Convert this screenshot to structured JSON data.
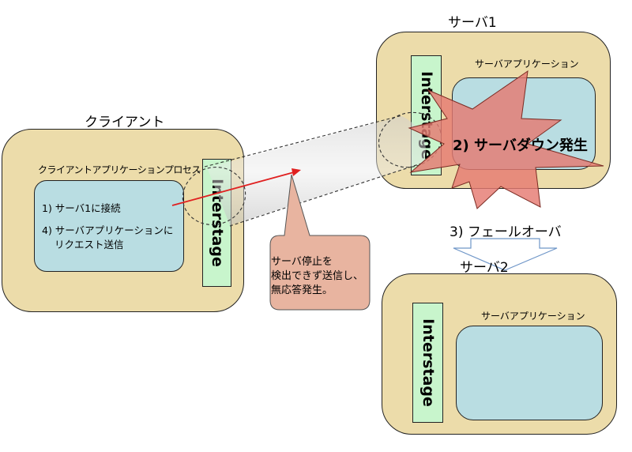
{
  "client": {
    "title": "クライアント",
    "process_label": "クライアントアプリケーションプロセス",
    "step1": "1) サーバ1に接続",
    "step4_line1": "4) サーバアプリケーションに",
    "step4_line2": "リクエスト送信",
    "middleware": "Interstage"
  },
  "server1": {
    "title": "サーバ1",
    "app_label": "サーバアプリケーション",
    "middleware": "Interstage",
    "crash_label": "2) サーバダウン発生"
  },
  "failover": {
    "label": "3) フェールオーバ"
  },
  "server2": {
    "title": "サーバ2",
    "app_label": "サーバアプリケーション",
    "middleware": "Interstage"
  },
  "callout": {
    "line1": "サーバ停止を",
    "line2": "検出できず送信し、",
    "line3": "無応答発生。"
  },
  "colors": {
    "box_fill": "#ecdcaa",
    "app_fill": "#b9dde2",
    "interstage_fill": "#c8f5cc",
    "callout_fill": "#e8b4a0",
    "explosion_fill": "#e57a72",
    "arrow": "#e02020"
  }
}
